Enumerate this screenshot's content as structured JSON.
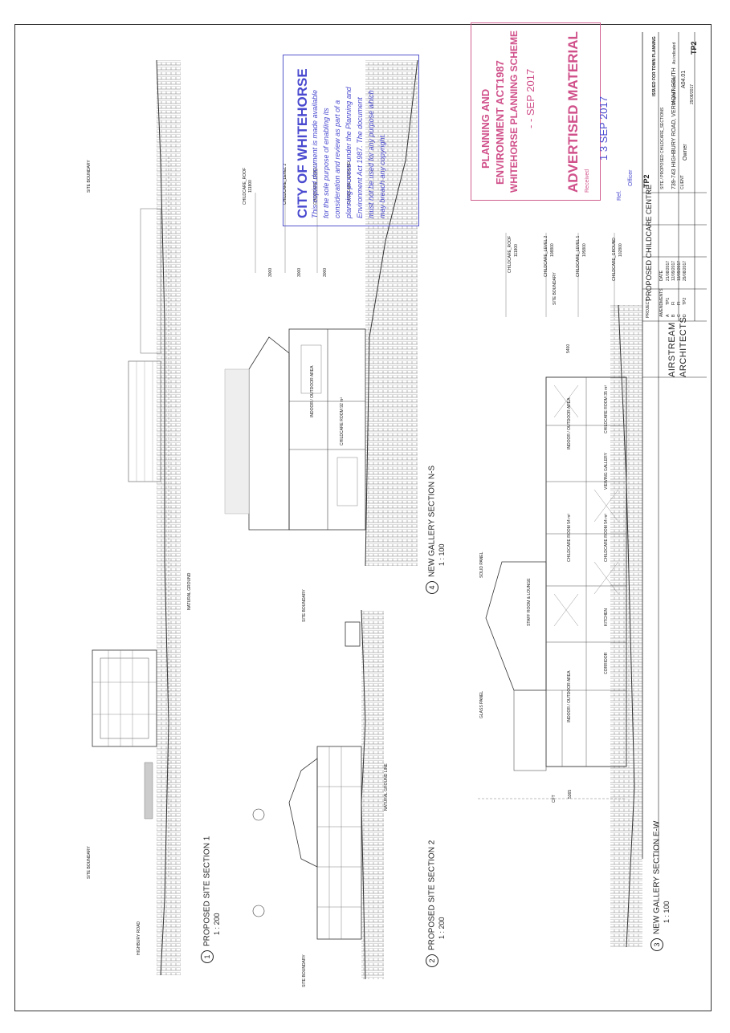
{
  "sections": {
    "s1": {
      "number": "1",
      "title": "PROPOSED SITE SECTION 1",
      "scale": "1 : 200"
    },
    "s2": {
      "number": "2",
      "title": "PROPOSED SITE SECTION 2",
      "scale": "1 : 200"
    },
    "s3": {
      "number": "3",
      "title": "NEW GALLERY  SECTION E-W",
      "scale": "1 : 100"
    },
    "s4": {
      "number": "4",
      "title": "NEW GALLERY  SECTION N-S",
      "scale": "1 : 100"
    }
  },
  "labels": {
    "highbury_road": "HIGHBURY ROAD",
    "site_boundary": "SITE BOUNDARY",
    "natural_ground": "NATURAL GROUND",
    "natural_ground_line": "NATURAL GROUND LINE",
    "solid_panel": "SOLID PANEL",
    "glass_panel": "GLASS PANEL",
    "childcare_roof": "CHILDCARE_ROOF",
    "childcare_level2": "CHILDCARE_LEVEL 2",
    "childcare_level1": "CHILDCARE_LEVEL 1",
    "childcare_ground": "CHILDCARE_GROUND",
    "lvl_roof": "111800",
    "lvl_l2": "108800",
    "lvl_l1": "105800",
    "lvl_ground": "102800",
    "dim_5400": "5400",
    "dim_5365": "5365",
    "dim_3000a": "3000",
    "dim_3000b": "3000",
    "dim_3000c": "3000",
    "cft": "CFT"
  },
  "rooms": {
    "staff_room": "STAFF ROOM &\nLOUNGE",
    "kitchen": "KITCHEN",
    "corridor": "CORRIDOR",
    "childcare_room_54a": "CHILDCARE ROOM\n54 m²",
    "childcare_room_54b": "CHILDCARE ROOM\n54 m²",
    "childcare_room_35": "CHILDCARE ROOM\n35 m²",
    "childcare_room_92": "CHILDCARE ROOM\n92 m²",
    "indoor_outdoor_a": "INDOOR /\nOUTDOOR AREA",
    "indoor_outdoor_b": "INDOOR /\nOUTDOOR AREA",
    "indoor_outdoor_c": "INDOOR /\nOUTDOOR AREA",
    "viewing_gallery": "VIEWING GALLERY"
  },
  "stamps": {
    "whitehorse": {
      "title": "CITY OF WHITEHORSE",
      "lines": [
        "This copied document is made available",
        "for the sole purpose of enabling its",
        "consideration and review as part of a",
        "planning process under the Planning and",
        "Environment Act 1987. The document",
        "must not be used for any purpose which",
        "may breach any copyright."
      ]
    },
    "planning": {
      "lines": [
        "PLANNING AND",
        "ENVIRONMENT ACT1987",
        "WHITEHORSE PLANNING SCHEME"
      ],
      "date": "- - SEP 2017",
      "advertised": "ADVERTISED MATERIAL",
      "advertised_date": "1 3 SEP 2017",
      "received": "Received",
      "ref": "Ref.",
      "officer": "Officer"
    }
  },
  "title_block": {
    "firm_line1": "AIRSTREAM",
    "firm_line2": "ARCHITECTS",
    "project_prefix": "PROJECT",
    "project_name": "PROPOSED CHILDCARE CENTRE",
    "issue_code": "TP2",
    "issue_status": "ISSUED FOR TOWN PLANNING",
    "sheet_label": "SITE / PROPOSED CHILDCARE_SECTIONS",
    "address": "739-743 HIGHBURY ROAD, VERMONT SOUTH",
    "client_label": "CLIENT",
    "client_name": "Owner",
    "project_number_label": "Project Number",
    "scale_label": "As indicated",
    "drawing_no": "A04.01",
    "date": "29/08/2017",
    "rev": "TP2",
    "amendments_header": "AMENDMENTS",
    "date_header": "DATE",
    "amendments": [
      {
        "rev": "A",
        "desc": "TP1",
        "date": "21/08/2017"
      },
      {
        "rev": "B",
        "desc": "FI",
        "date": "12/09/2017"
      },
      {
        "rev": "C",
        "desc": "FI",
        "date": "13/09/2017"
      },
      {
        "rev": "D",
        "desc": "TP2",
        "date": "29/08/2017"
      }
    ]
  }
}
